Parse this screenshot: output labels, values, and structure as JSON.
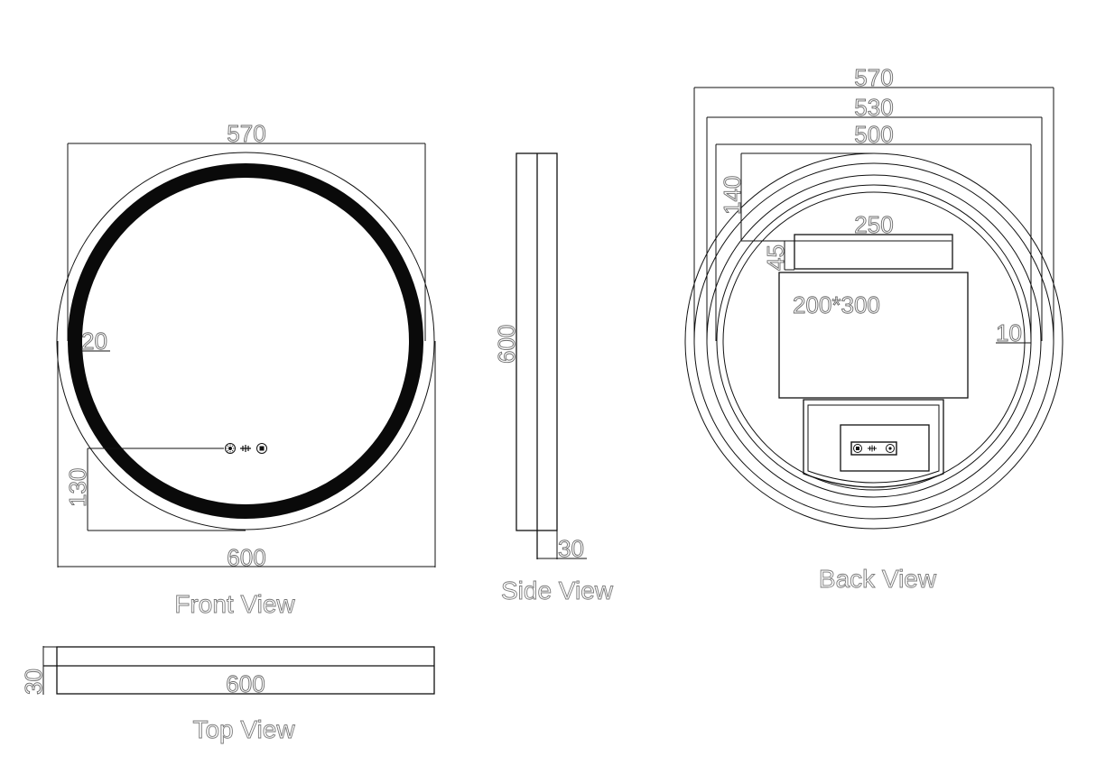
{
  "drawing": {
    "type": "technical drawing",
    "subject": "round LED mirror",
    "stroke_color": "#111111",
    "text_outline_color": "#6b6b6b"
  },
  "front_view": {
    "label": "Front View",
    "dims": {
      "top_width": "570",
      "bottom_width": "600",
      "ring_width": "20",
      "switch_height": "130"
    },
    "controls": [
      "brightness-icon",
      "defog-icon",
      "color-temp-icon"
    ]
  },
  "side_view": {
    "label": "Side View",
    "dims": {
      "height": "600",
      "depth": "30"
    }
  },
  "back_view": {
    "label": "Back View",
    "dims": {
      "outer_width": "570",
      "mid_width": "530",
      "inner_width": "500",
      "bracket_offset": "140",
      "bracket_height": "45",
      "bracket_width": "250",
      "driver_box": "200*300",
      "edge_offset": "10"
    },
    "controls": [
      "color-temp-icon",
      "defog-icon",
      "brightness-icon"
    ]
  },
  "top_view": {
    "label": "Top View",
    "dims": {
      "width": "600",
      "depth": "30"
    }
  }
}
